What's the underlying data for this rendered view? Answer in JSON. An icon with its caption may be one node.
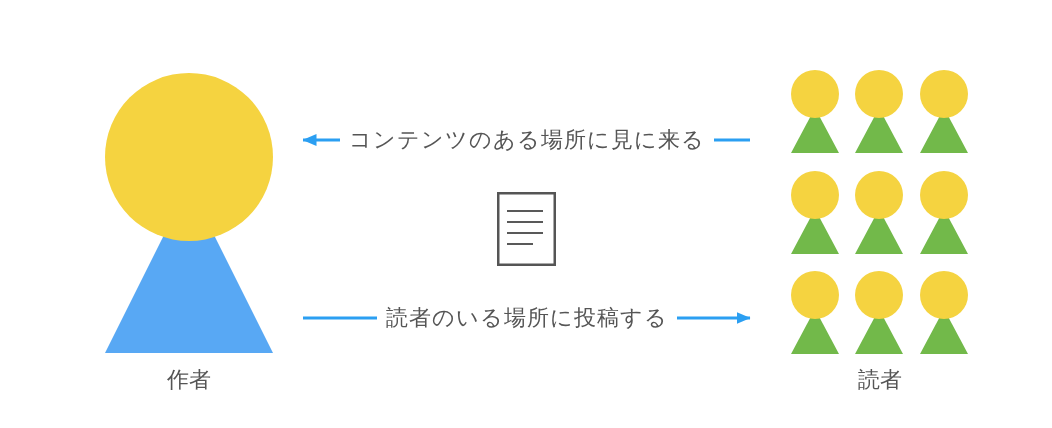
{
  "diagram": {
    "nodes": [
      {
        "text": [
          "作者"
        ]
      },
      {
        "text": [],
        "shape": "document"
      },
      {
        "text": [
          "読者"
        ]
      },
      {
        "text": [],
        "shape": "person",
        "in": 2
      },
      {
        "text": [],
        "shape": "person",
        "in": 2
      },
      {
        "text": [],
        "shape": "person",
        "in": 2
      },
      {
        "text": [],
        "shape": "person",
        "in": 2
      },
      {
        "text": [],
        "shape": "person",
        "in": 2
      },
      {
        "text": [],
        "shape": "person",
        "in": 2
      },
      {
        "text": [],
        "shape": "person",
        "in": 2
      },
      {
        "text": [],
        "shape": "person",
        "in": 2
      },
      {
        "text": [],
        "shape": "person",
        "in": 2
      }
    ],
    "edges": [
      {
        "from": 2,
        "to": 0,
        "arrow": "to",
        "label": "コンテンツのある場所に見に来る"
      },
      {
        "from": 0,
        "to": 2,
        "arrow": "to",
        "label": "読者のいる場所に投稿する"
      }
    ]
  }
}
